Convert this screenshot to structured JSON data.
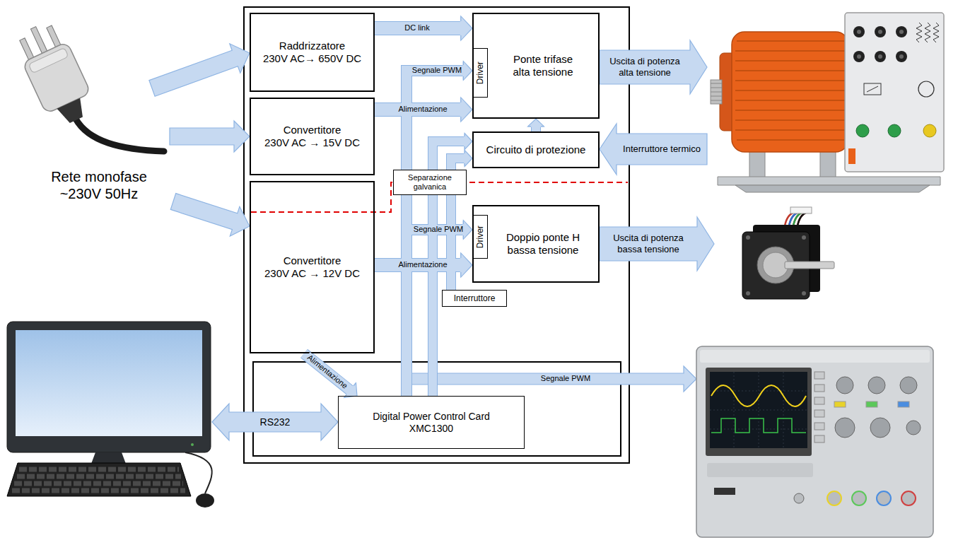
{
  "diagram": {
    "nodes": [
      {
        "text": [
          "Raddrizzatore",
          "230V AC→ 650V DC"
        ]
      },
      {
        "text": [
          "Ponte trifase alta tensione"
        ]
      },
      {
        "text": [
          "Driver"
        ],
        "in": 1
      },
      {
        "text": [
          "Convertitore",
          "230V AC → 15V DC"
        ]
      },
      {
        "text": [
          "Circuito di protezione"
        ]
      },
      {
        "text": [
          "Separazione galvanica"
        ]
      },
      {
        "text": [
          "Convertitore",
          "230V AC → 12V DC"
        ]
      },
      {
        "text": [
          "Doppio ponte H bassa tensione"
        ]
      },
      {
        "text": [
          "Driver"
        ],
        "in": 7
      },
      {
        "text": [
          "Interruttore"
        ]
      },
      {
        "text": [
          "Digital Power Control Card XMC1300"
        ]
      }
    ],
    "edges": [
      {
        "from": 0,
        "to": 1,
        "arrow": "to",
        "label": "DC link"
      },
      {
        "from": 10,
        "to": 2,
        "arrow": "to",
        "label": "Segnale PWM"
      },
      {
        "from": 3,
        "to": 1,
        "arrow": "to",
        "label": "Alimentazione"
      },
      {
        "from": 10,
        "to": 4,
        "arrow": "to"
      },
      {
        "from": 4,
        "to": 1,
        "arrow": "to"
      },
      {
        "from": 10,
        "to": 8,
        "arrow": "to",
        "label": "Segnale PWM"
      },
      {
        "from": 6,
        "to": 7,
        "arrow": "to",
        "label": "Alimentazione"
      },
      {
        "from": 6,
        "to": 10,
        "arrow": "to",
        "label": "Alimentazione"
      },
      {
        "from": 9,
        "to": 4,
        "arrow": "to"
      }
    ],
    "labels": [
      "Rete monofase ~230V 50Hz",
      "Uscita di potenza alta tensione",
      "Interruttore termico",
      "Uscita di potenza bassa tensione",
      "Segnale PWM",
      "RS232"
    ]
  }
}
